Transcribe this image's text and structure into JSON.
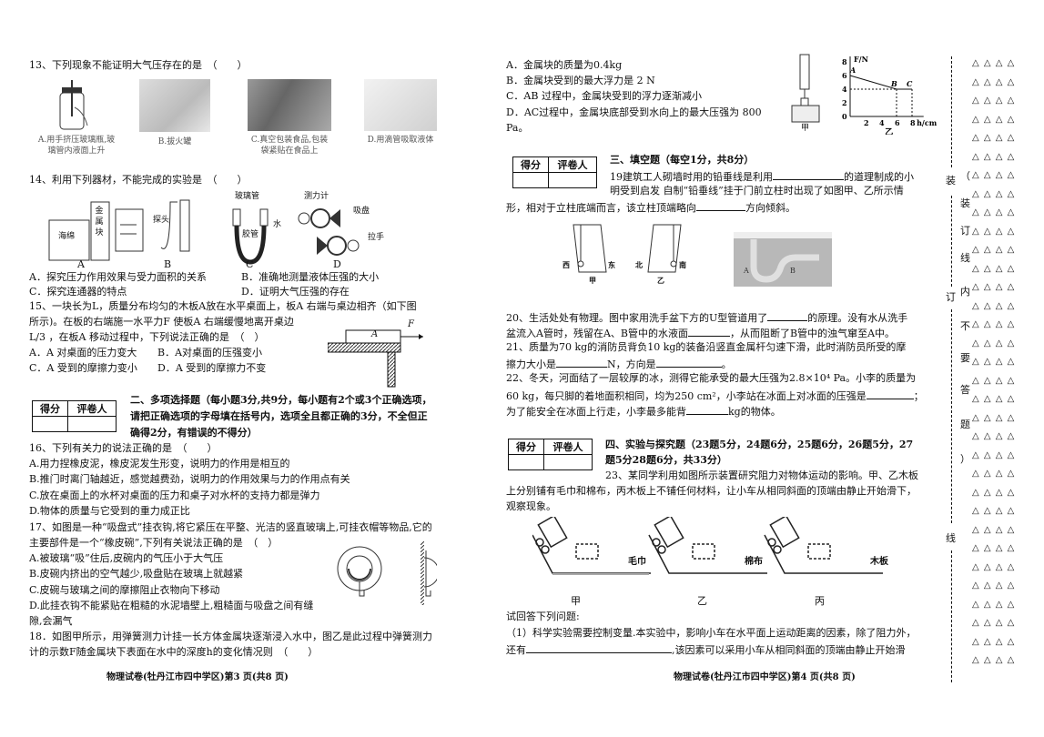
{
  "left": {
    "q13": {
      "title": "13、下列现象不能证明大气压存在的是　（　　）",
      "captions": [
        "A.用手挤压玻璃瓶,玻",
        "璃管内液面上升",
        "B.拔火罐",
        "C.真空包装食品,包装",
        "袋紧贴在食品上",
        "D.用滴管吸取液体"
      ]
    },
    "q14": {
      "title": "14、利用下列器材，不能完成的实验是　（　　）",
      "fig_labels": [
        "海绵",
        "金属块",
        "探头",
        "玻璃管",
        "胶管",
        "水",
        "测力计",
        "吸盘",
        "拉手"
      ],
      "letters": [
        "A",
        "B",
        "C",
        "D"
      ],
      "options": [
        "A．探究压力作用效果与受力面积的关系",
        "B．准确地测量液体压强的大小",
        "C．探究连通器的特点",
        "D．证明大气压强的存在"
      ]
    },
    "q15": {
      "lines": [
        "15、一块长为L，质量分布均匀的木板A放在水平桌面上，板A 右端与桌边相齐（如下图",
        "所示)。在板的右端施一水平力F 使板A 右端缓慢地离开桌边",
        "L/3 ，在板A 移动过程中，下列说法正确的是　（　）"
      ],
      "options": [
        "A．A 对桌面的压力变大",
        "B．A对桌面的压强变小",
        "C．A 受到的摩擦力变小",
        "D．A 受到的摩擦力不变"
      ],
      "fig_labels": [
        "A",
        "F"
      ]
    },
    "section2": {
      "score_headers": [
        "得分",
        "评卷人"
      ],
      "lines": [
        "二、多项选择题（每小题3分,共9分，每小题有2个或3个正确选项，",
        "请把正确选项的字母填在括号内，选项全且都正确的3分，不全但正",
        "确得2分，有错误的不得分）"
      ]
    },
    "q16": {
      "title": "16、下列有关力的说法正确的是　（　　）",
      "options": [
        "A.用力捏橡皮泥，橡皮泥发生形变，说明力的作用是相互的",
        "B.推门时离门轴越近，感觉越费劲，说明力的作用效果与力的作用点有关",
        "C.放在桌面上的水杯对桌面的压力和桌子对水杯的支持力都是弹力",
        "D.物体的质量与它受到的重力成正比"
      ]
    },
    "q17": {
      "lines": [
        "17、如图是一种“吸盘式”挂衣钩,将它紧压在平整、光洁的竖直玻璃上,可挂衣帽等物品,它的",
        "主要部件是一个“橡皮碗”,下列有关说法正确的是　（　）"
      ],
      "options": [
        "A.被玻璃“吸”住后,皮碗内的气压小于大气压",
        "B.皮碗内挤出的空气越少,吸盘贴在玻璃上就越紧",
        "C.皮碗与玻璃之间的摩擦阻止衣物向下移动",
        "D.此挂衣钩不能紧贴在粗糙的水泥墙壁上,粗糙面与吸盘之间有缝",
        "隙,会漏气"
      ]
    },
    "q18": {
      "lines": [
        "18．如图甲所示，用弹簧测力计挂一长方体金属块逐渐浸入水中，图乙是此过程中弹簧测力",
        "计的示数F随金属块下表面在水中的深度h的变化情况则　（　　）"
      ]
    },
    "footer": "物理试卷(牡丹江市四中学区)第3 页(共8 页)"
  },
  "right": {
    "q18_options": [
      "A．金属块的质量为0.4kg",
      "B．金属块受到的最大浮力是 2 N",
      "C．AB 过程中，金属块受到的浮力逐渐减小",
      "D．AC过程中，金属块底部受到水向上的最大压强为 800",
      "Pa。"
    ],
    "q18_graph": {
      "y_label": "F/N",
      "x_label": "h/cm",
      "y_ticks": [
        "0",
        "2",
        "4",
        "6",
        "8"
      ],
      "x_ticks": [
        "2",
        "4",
        "6",
        "8"
      ],
      "points": [
        "A",
        "B",
        "C"
      ],
      "fig_jia": "甲",
      "fig_yi": "乙",
      "series": [
        {
          "h": 0,
          "F": 6
        },
        {
          "h": 6,
          "F": 4
        },
        {
          "h": 8,
          "F": 4
        }
      ]
    },
    "section3": {
      "score_headers": [
        "得分",
        "评卷人"
      ],
      "title": "三、填空题（每空1分，共8分）"
    },
    "q19": {
      "lines": [
        "19建筑工人砌墙时用的铅垂线是利用",
        "的道理制成的小",
        "明受到启发 自制“铅垂线”挂于门前立柱时出现了如图甲、乙所示情",
        "形，相对于立柱底端而言，该立柱顶端略向",
        "方向倾斜。"
      ],
      "fig_labels": [
        "西",
        "东",
        "甲",
        "北",
        "南",
        "乙",
        "A",
        "B"
      ]
    },
    "q20": {
      "lines": [
        "20、生活处处有物理。图中家用洗手盆下方的U型管道用了",
        "的原理。没有水从洗手",
        "盆流入A管时，残留在A、B管中的水液面",
        "，从而阻断了B管中的浊气窜至A中。"
      ]
    },
    "q21": {
      "lines": [
        "21、质量为70 kg的消防员背负10 kg的装备沿竖直金属杆匀速下滑，此时消防员所受的摩",
        "擦力大小是",
        "N，方向是",
        "。"
      ]
    },
    "q22": {
      "lines": [
        "22、冬天，河面结了一层较厚的冰，测得它能承受的最大压强为2.8×10⁴ Pa。小李的质量为",
        "60 kg，每只脚的着地面积相同，均为250 cm²，小李站在冰面上对冰面的压强是",
        "；",
        "为了能安全在冰面上行走，小李最多能背",
        "kg的物体。"
      ]
    },
    "section4": {
      "score_headers": [
        "得分",
        "评卷人"
      ],
      "lines": [
        "四、实验与探究题（23题5分，24题6分，25题6分，26题5分，27",
        "题5分28题6分，共33分）"
      ]
    },
    "q23": {
      "lines": [
        "23、某同学利用如图所示装置研究阻力对物体运动的影响。甲、乙木板",
        "上分别铺有毛巾和棉布，丙木板上不铺任何材料，让小车从相同斜面的顶端由静止开始滑下，",
        "观察现象。"
      ],
      "surfaces": [
        "毛巾",
        "棉布",
        "木板"
      ],
      "fig_labels": [
        "甲",
        "乙",
        "丙"
      ],
      "ask": "试回答下列问题:",
      "p1": [
        "（1）科学实验需要控制变量.本实验中，影响小车在水平面上运动距离的因素，除了阻力外，",
        "还有",
        ",该因素可以采用小车从相同斜面的顶端由静止开始滑"
      ]
    },
    "footer": "物理试卷(牡丹江市四中学区)第4 页(共8 页)"
  },
  "binding": {
    "outer": [
      "装",
      "订",
      "线"
    ],
    "inner": [
      "（",
      "装",
      "订",
      "线",
      "内",
      "不",
      "要",
      "答",
      "题",
      "）"
    ],
    "triangle": "△ △ △ △",
    "triangle_rows": 33
  }
}
